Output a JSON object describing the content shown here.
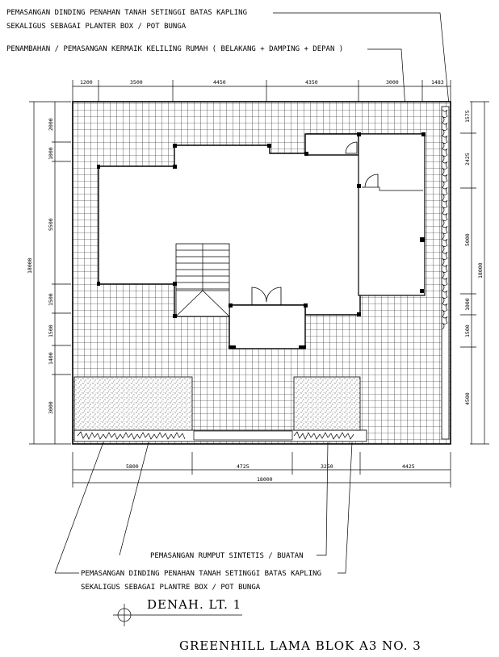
{
  "notes": {
    "top_wall_1": "PEMASANGAN DINDING PENAHAN TANAH SETINGGI BATAS KAPLING",
    "top_wall_2": "SEKALIGUS SEBAGAI PLANTER BOX / POT BUNGA",
    "ceramic": "PENAMBAHAN / PEMASANGAN KERMAIK KELILING RUMAH ( BELAKANG + DAMPING + DEPAN )",
    "grass": "PEMASANGAN RUMPUT SINTETIS / BUATAN",
    "bottom_wall_1": "PEMASANGAN DINDING PENAHAN TANAH SETINGGI BATAS KAPLING",
    "bottom_wall_2": "SEKALIGUS SEBAGAI PLANTRE BOX / POT BUNGA"
  },
  "dims_top": [
    "1200",
    "3500",
    "4450",
    "4350",
    "3000",
    "1483"
  ],
  "dims_left": [
    "2000",
    "1000",
    "5500",
    "1500",
    "1500",
    "1400",
    "3000"
  ],
  "dims_left_total": "18000",
  "dims_right": [
    "1575",
    "2425",
    "5000",
    "1000",
    "1500",
    "4500"
  ],
  "dims_right_total": "18000",
  "dims_bottom": [
    "5800",
    "4725",
    "3250",
    "4425"
  ],
  "dims_bottom_total": "18000",
  "plan_title": "DENAH. LT. 1",
  "project_title": "GREENHILL LAMA BLOK A3 NO. 3"
}
